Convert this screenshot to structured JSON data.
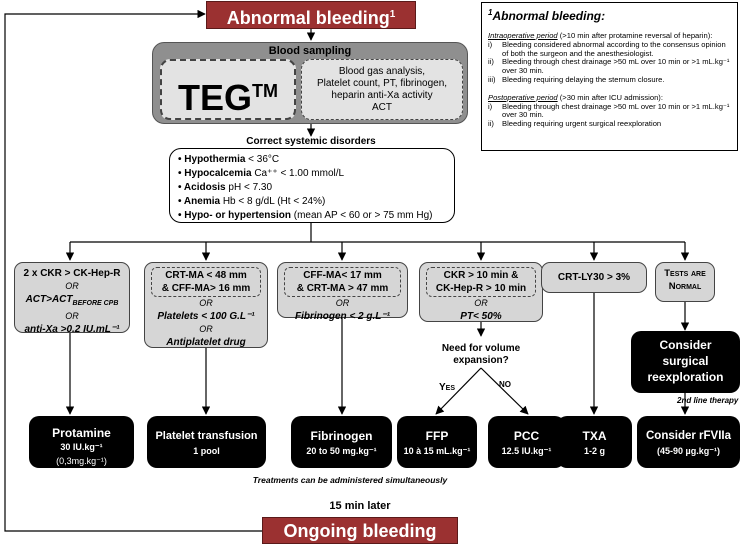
{
  "top_banner": {
    "text": "Abnormal bleeding",
    "sup": "1"
  },
  "footnote": {
    "title": "Abnormal bleeding:",
    "title_sup": "1",
    "intra_heading": "Intraoperative period",
    "intra_suffix": " (>10 min after protamine reversal of heparin):",
    "intra_items": [
      {
        "num": "i)",
        "text": "Bleeding considered abnormal according to the consensus opinion of both the surgeon and the anesthesiologist."
      },
      {
        "num": "ii)",
        "text": "Bleeding through chest drainage >50 mL over 10 min or >1 mL.kg⁻¹ over 30 min."
      },
      {
        "num": "iii)",
        "text": "Bleeding requiring delaying the sternum closure."
      }
    ],
    "post_heading": "Postoperative period",
    "post_suffix": " (>30 min after ICU admission):",
    "post_items": [
      {
        "num": "i)",
        "text": "Bleeding through chest drainage >50 mL over 10 min or >1 mL.kg⁻¹ over 30 min."
      },
      {
        "num": "ii)",
        "text": "Bleeding requiring urgent surgical reexploration"
      }
    ]
  },
  "blood_sampling": {
    "title": "Blood sampling",
    "teg": "TEG",
    "teg_sup": "TM",
    "other_lines": [
      "Blood gas analysis,",
      "Platelet count,  PT, fibrinogen,",
      "heparin anti-Xa activity",
      "ACT"
    ]
  },
  "correct_label": "Correct systemic disorders",
  "systemic": [
    {
      "bold": "Hypothermia",
      "rest": " < 36°C"
    },
    {
      "bold": "Hypocalcemia",
      "rest": " Ca⁺⁺ < 1.00 mmol/L"
    },
    {
      "bold": "Acidosis",
      "rest": " pH < 7.30"
    },
    {
      "bold": "Anemia",
      "rest": " Hb < 8 g/dL (Ht < 24%)"
    },
    {
      "bold": "Hypo- or hypertension",
      "rest": " (mean AP < 60 or > 75 mm Hg)"
    }
  ],
  "conditions": {
    "c1": {
      "l1": "2 x CKR > CK-Hep-R",
      "or": "OR",
      "l2a": "ACT>ACT",
      "l2sub": "BEFORE CPB",
      "l3": "anti-Xa >0.2 IU.mL⁻¹"
    },
    "c2": {
      "i1": "CRT-MA < 48 mm",
      "i2": "& CFF-MA> 16 mm",
      "or1": "OR",
      "l2": "Platelets < 100 G.L⁻¹",
      "or2": "OR",
      "l3": "Antiplatelet drug"
    },
    "c3": {
      "i1": "CFF-MA< 17 mm",
      "i2": "& CRT-MA > 47 mm",
      "or": "OR",
      "l2": "Fibrinogen < 2 g.L⁻¹"
    },
    "c4": {
      "i1": "CKR > 10 min &",
      "i2": "CK-Hep-R > 10 min",
      "or": "OR",
      "l2": "PT< 50%"
    },
    "c5": {
      "l1": "CRT-LY30 > 3%"
    },
    "c6": {
      "l1": "Tests are",
      "l2": "Normal"
    }
  },
  "volume_question": [
    "Need for volume",
    "expansion?"
  ],
  "yes_label": "Yes",
  "no_label": "NO",
  "consider_reexploration": [
    "Consider",
    "surgical",
    "reexploration"
  ],
  "second_line": {
    "sup": "2nd",
    "text": " line therapy"
  },
  "treatments": {
    "protamine": {
      "name": "Protamine",
      "dose": "30 IU.kg⁻¹",
      "dose2": "(0,3mg.kg⁻¹)"
    },
    "platelet": {
      "name": "Platelet transfusion",
      "dose": "1 pool"
    },
    "fibrinogen": {
      "name": "Fibrinogen",
      "dose": "20 to 50 mg.kg⁻¹"
    },
    "ffp": {
      "name": "FFP",
      "dose": "10 à 15 mL.kg⁻¹"
    },
    "pcc": {
      "name": "PCC",
      "dose": "12.5 IU.kg⁻¹"
    },
    "txa": {
      "name": "TXA",
      "dose": "1-2 g"
    },
    "rfviia": {
      "name": "Consider rFVIIa",
      "dose": "(45-90 µg.kg⁻¹)"
    }
  },
  "simultaneous_note": "Treatments can be administered simultaneously",
  "later_label": "15 min later",
  "bottom_banner": {
    "text": "Ongoing bleeding"
  }
}
